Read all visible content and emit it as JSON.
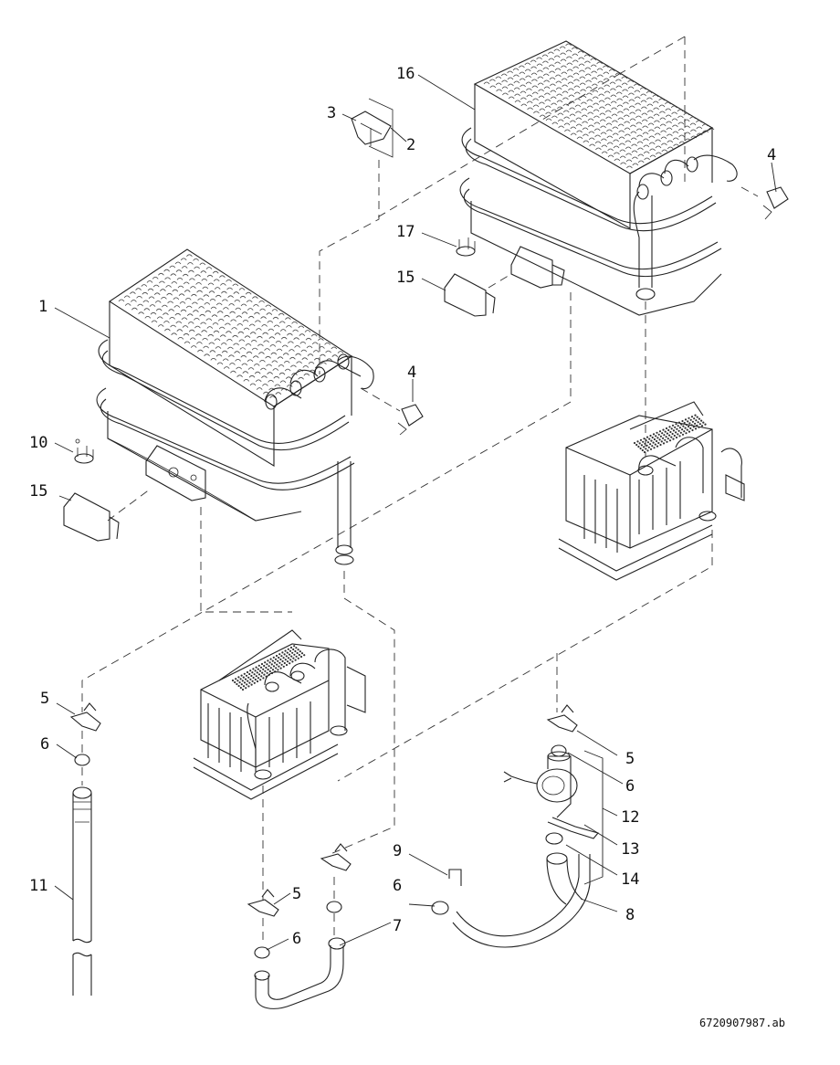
{
  "labels": {
    "p1": "1",
    "p2": "2",
    "p3": "3",
    "p4a": "4",
    "p4b": "4",
    "p5a": "5",
    "p5b": "5",
    "p5c": "5",
    "p6a": "6",
    "p6b": "6",
    "p6c": "6",
    "p6d": "6",
    "p7": "7",
    "p8": "8",
    "p9": "9",
    "p10": "10",
    "p11": "11",
    "p12": "12",
    "p13": "13",
    "p14": "14",
    "p15a": "15",
    "p15b": "15",
    "p16": "16",
    "p17": "17"
  },
  "drawing_code": "6720907987.ab"
}
